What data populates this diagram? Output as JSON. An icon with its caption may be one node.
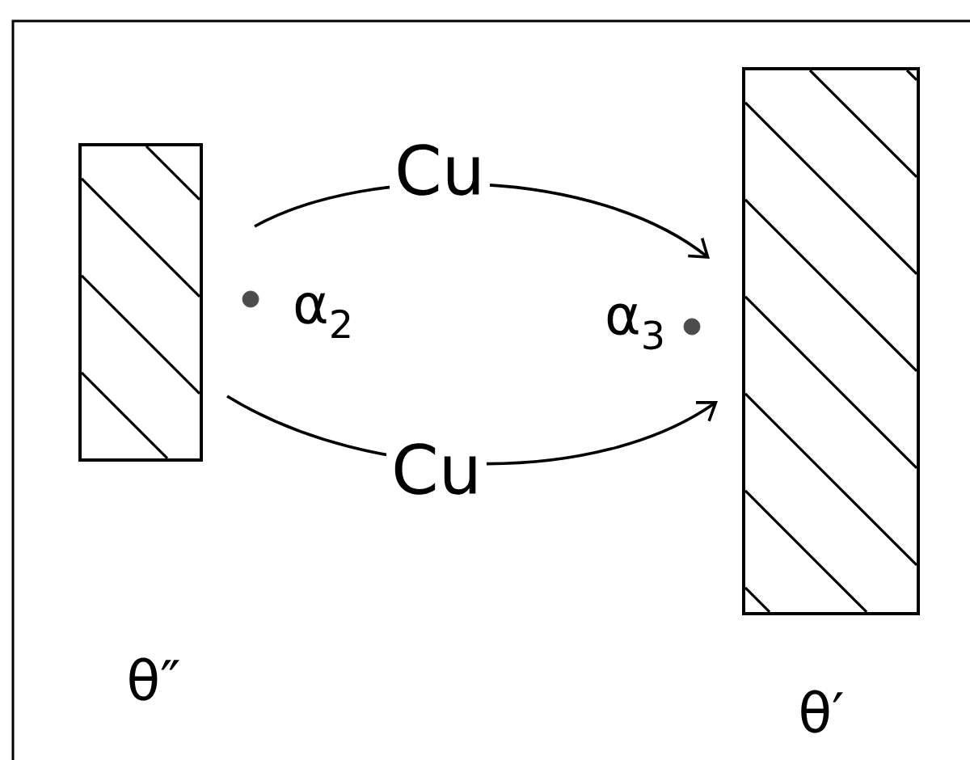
{
  "diagram": {
    "nodes": [
      {
        "text": [],
        "shape": "box",
        "beside": [
          "θ″"
        ]
      },
      {
        "text": [],
        "shape": "box",
        "beside": [
          "θ′"
        ]
      },
      {
        "text": [],
        "shape": "circle",
        "beside": [
          "α$_{2}$"
        ]
      },
      {
        "text": [],
        "shape": "circle",
        "beside": [
          "α$_{3}$"
        ]
      }
    ],
    "edges": [
      {
        "from": 0,
        "to": 1,
        "arrow": "to",
        "label": "Cu"
      },
      {
        "from": 0,
        "to": 1,
        "arrow": "to",
        "label": "Cu"
      }
    ]
  }
}
